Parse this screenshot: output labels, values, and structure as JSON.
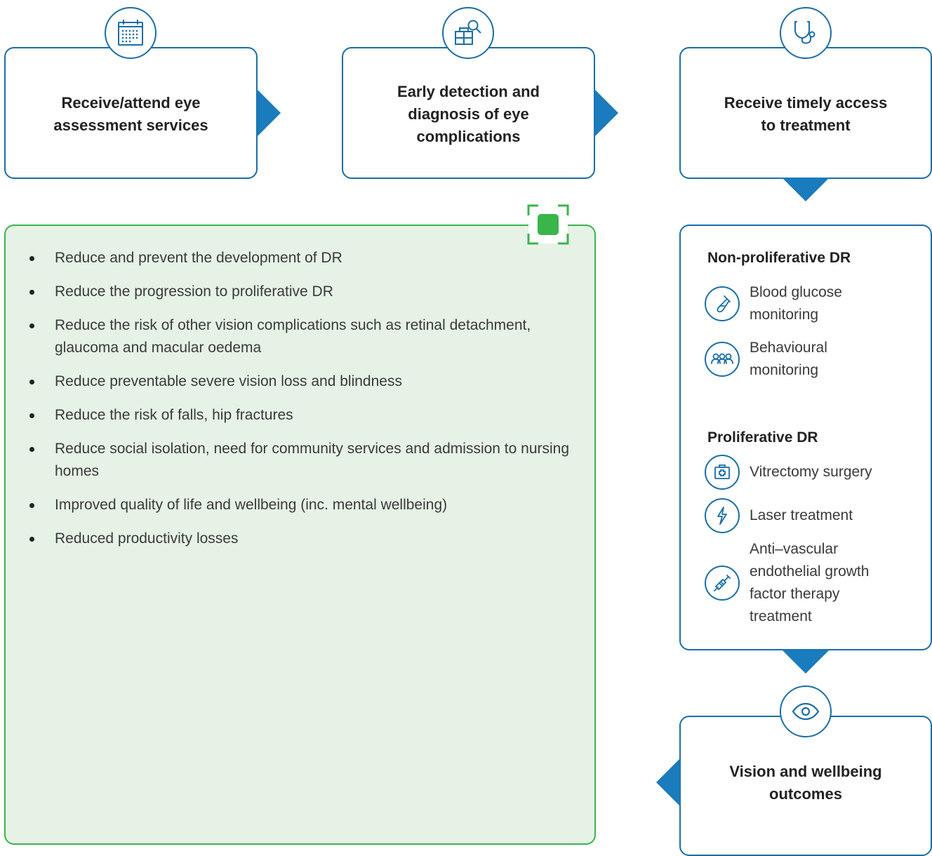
{
  "steps": [
    {
      "title": "Receive/attend eye assessment services",
      "icon": "calendar-icon"
    },
    {
      "title": "Early detection and diagnosis of eye complications",
      "icon": "clinic-search-icon"
    },
    {
      "title": "Receive timely access to treatment",
      "icon": "stethoscope-icon"
    }
  ],
  "outcomes": [
    "Reduce and prevent the development of DR",
    "Reduce the progression to proliferative DR",
    "Reduce the risk of other vision complications such as retinal detachment, glaucoma and macular oedema",
    "Reduce preventable severe vision loss and blindness",
    "Reduce the risk of falls, hip fractures",
    "Reduce social isolation, need for community services and admission to nursing homes",
    "Improved quality of life and wellbeing (inc. mental wellbeing)",
    "Reduced productivity losses"
  ],
  "treatment": {
    "nonproliferative": {
      "heading": "Non-proliferative DR",
      "items": [
        {
          "label": "Blood glucose monitoring",
          "icon": "test-tube-icon"
        },
        {
          "label": "Behavioural monitoring",
          "icon": "people-icon"
        }
      ]
    },
    "proliferative": {
      "heading": "Proliferative DR",
      "items": [
        {
          "label": "Vitrectomy surgery",
          "icon": "medical-kit-icon"
        },
        {
          "label": "Laser treatment",
          "icon": "lightning-icon"
        },
        {
          "label": "Anti–vascular endothelial growth factor therapy treatment",
          "icon": "syringe-icon"
        }
      ]
    }
  },
  "final": {
    "title": "Vision and wellbeing outcomes",
    "icon": "eye-icon"
  },
  "colors": {
    "primary": "#1a6ea8",
    "arrow": "#1a7bbd",
    "outcome_border": "#39b54a",
    "outcome_bg": "#e6f2e6"
  }
}
